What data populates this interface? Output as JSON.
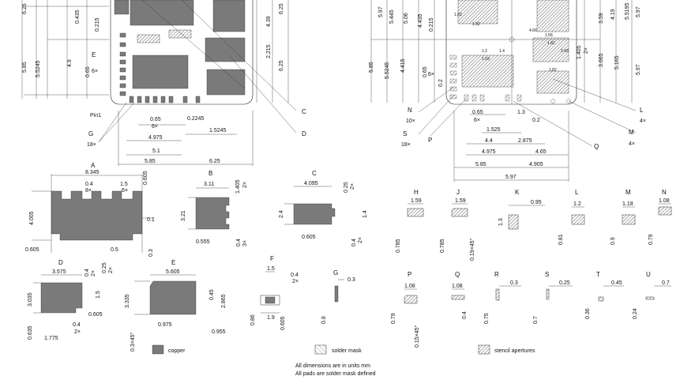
{
  "left_footprint": {
    "dims_top": [
      "6.25",
      "0.435",
      "0.215",
      "6.25",
      "4.39",
      "2.215"
    ],
    "dims_mid": [
      "5.85",
      "5.5245",
      "4.9",
      "0.65",
      "6×",
      "6.25"
    ],
    "labels": [
      "E",
      "C",
      "D",
      "G",
      "18×",
      "Pin1"
    ],
    "dims_bottom": [
      "0.65",
      "6×",
      "0.2245",
      "1.5245",
      "4.975",
      "5.1",
      "5.85",
      "6.25"
    ]
  },
  "right_footprint": {
    "dims_left": [
      "5.97",
      "5.445",
      "5.06",
      "4.435",
      "0.215",
      "5.85",
      "5.5245",
      "4.415",
      "0.65",
      "6×",
      "0.2"
    ],
    "dims_right": [
      "3.59",
      "4.19",
      "5.5195",
      "5.97",
      "1.405",
      "2×",
      "3.665",
      "5.165",
      "5.97"
    ],
    "small": [
      "1.92",
      "4.66",
      "1.56",
      "1.4",
      "1.2",
      "1.03",
      "1.02",
      "2.43",
      "1.82",
      "1.82"
    ],
    "labels": [
      "N",
      "10×",
      "S",
      "18×",
      "P",
      "L",
      "4×",
      "M",
      "4×",
      "Q"
    ],
    "dims_bottom": [
      "0.65",
      "6×",
      "1.3",
      "0.2",
      "1.525",
      "4.4",
      "2.875",
      "4.975",
      "4.65",
      "5.85",
      "4.905",
      "5.97"
    ]
  },
  "details": {
    "A": {
      "title": "A",
      "dims": [
        "8.345",
        "0.4",
        "8×",
        "1.5",
        "6×",
        "0.605",
        "4.005",
        "0.1",
        "0.605",
        "0.5",
        "0.3"
      ]
    },
    "B": {
      "title": "B",
      "dims": [
        "3.11",
        "1.405",
        "2×",
        "3.21",
        "0.555",
        "0.4",
        "3×"
      ]
    },
    "C": {
      "title": "C",
      "dims": [
        "4.095",
        "0.25",
        "2×",
        "2.4",
        "1.4",
        "0.605",
        "0.4",
        "2×"
      ]
    },
    "D": {
      "title": "D",
      "dims": [
        "3.575",
        "0.4",
        "2×",
        "0.25",
        "2×",
        "3.035",
        "1.5",
        "0.605",
        "0.635",
        "0.4",
        "2×",
        "1.775"
      ]
    },
    "E": {
      "title": "E",
      "dims": [
        "5.605",
        "3.335",
        "0.45",
        "2.865",
        "0.3×45°",
        "0.975",
        "0.955"
      ]
    },
    "F": {
      "title": "F",
      "dims": [
        "1.5",
        "0.4",
        "2×",
        "0.86",
        "1.9",
        "0.605"
      ]
    },
    "G": {
      "title": "G",
      "dims": [
        "0.3",
        "0.8"
      ]
    }
  },
  "pads_row1": [
    {
      "title": "H",
      "w": "1.59",
      "h": "0.785"
    },
    {
      "title": "J",
      "w": "1.59",
      "h": "0.785",
      "c": "0.19×45°"
    },
    {
      "title": "K",
      "w": "0.95",
      "h": "1.3"
    },
    {
      "title": "L",
      "w": "1.2",
      "h": "0.81"
    },
    {
      "title": "M",
      "w": "1.18",
      "h": "0.9"
    },
    {
      "title": "N",
      "w": "1.08",
      "h": "0.79"
    }
  ],
  "pads_row2": [
    {
      "title": "P",
      "w": "1.08",
      "h": "0.79",
      "c": "0.15×45°"
    },
    {
      "title": "Q",
      "w": "1.08",
      "h": "0.4"
    },
    {
      "title": "R",
      "w": "0.3",
      "h": "0.75"
    },
    {
      "title": "S",
      "w": "0.25",
      "h": "0.7"
    },
    {
      "title": "T",
      "w": "0.45",
      "h": "0.36"
    },
    {
      "title": "U",
      "w": "0.7",
      "h": "0.24"
    }
  ],
  "legend": {
    "copper": "copper",
    "solder_mask": "solder mask",
    "stencil": "stencil apertures",
    "note1": "All dimensions are in units mm",
    "note2": "All pads are solder mask defined"
  },
  "colors": {
    "copper": "#7a7a7a",
    "line": "#222222"
  }
}
